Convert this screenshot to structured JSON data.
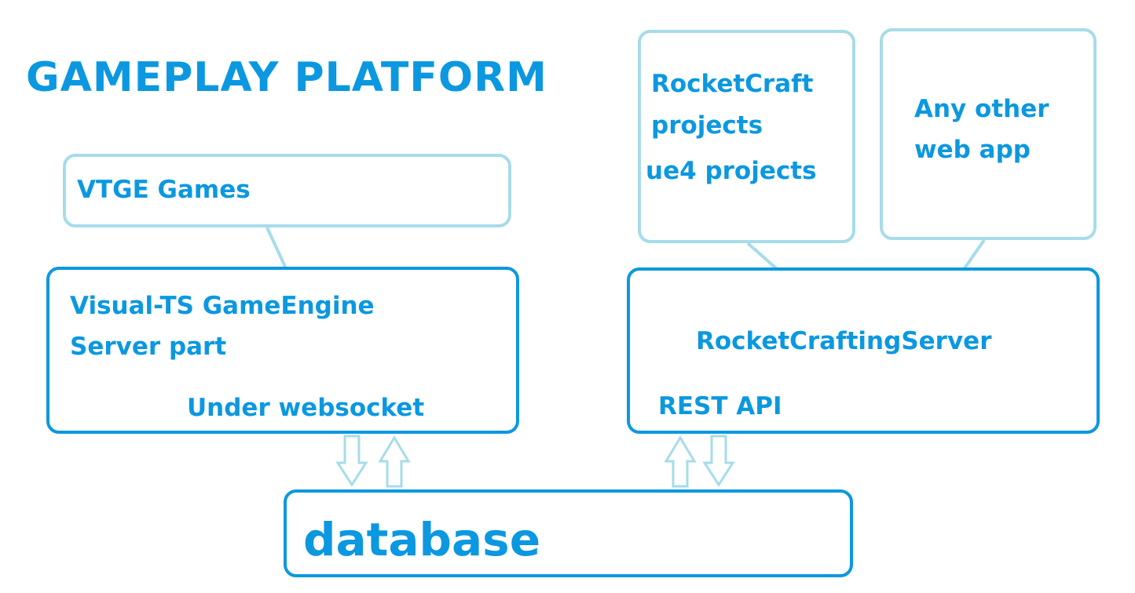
{
  "title": "GAMEPLAY PLATFORM",
  "colors": {
    "text": "#0b98e0",
    "box_border_dark": "#0b98e0",
    "box_border_light": "#a6dcea",
    "arrow": "#a6dcea"
  },
  "nodes": {
    "vtge_games": {
      "label": "VTGE Games"
    },
    "vts_engine": {
      "line1": "Visual-TS GameEngine",
      "line2": "Server part",
      "transport": "Under websocket"
    },
    "rocketcraft_projects": {
      "line1": "RocketCraft",
      "line2": "projects",
      "line3": "ue4 projects"
    },
    "other_web_app": {
      "line1": "Any other",
      "line2": "web app"
    },
    "rocketcrafting_server": {
      "name": "RocketCraftingServer",
      "transport": "REST API"
    },
    "database": {
      "label": "database"
    }
  },
  "edges": [
    {
      "from": "vtge_games",
      "to": "vts_engine",
      "kind": "line"
    },
    {
      "from": "rocketcraft_projects",
      "to": "rocketcrafting_server",
      "kind": "line"
    },
    {
      "from": "other_web_app",
      "to": "rocketcrafting_server",
      "kind": "line"
    },
    {
      "from": "vts_engine",
      "to": "database",
      "kind": "arrow-down"
    },
    {
      "from": "database",
      "to": "vts_engine",
      "kind": "arrow-up"
    },
    {
      "from": "database",
      "to": "rocketcrafting_server",
      "kind": "arrow-up"
    },
    {
      "from": "rocketcrafting_server",
      "to": "database",
      "kind": "arrow-down"
    }
  ]
}
